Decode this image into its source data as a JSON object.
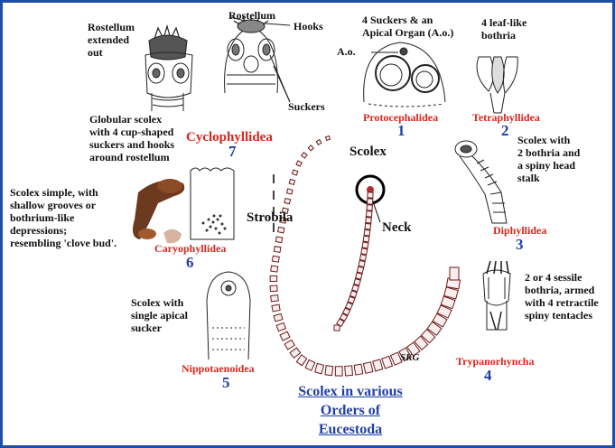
{
  "labels": {
    "rostellum_extended": "Rostellum\nextended\nout",
    "rostellum": "Rostellum",
    "hooks": "Hooks",
    "suckers": "Suckers",
    "suckers_apical": "4 Suckers & an\nApical Organ (A.o.)",
    "ao": "A.o.",
    "leaf_bothria": "4 leaf-like\nbothria",
    "globular_scolex": "Globular scolex\nwith 4 cup-shaped\nsuckers and hooks\naround rostellum",
    "scolex_two_bothria": "Scolex with\n2 bothria and\na spiny head\nstalk",
    "scolex_simple": "Scolex simple, with\nshallow grooves or\nbothrium-like\ndepressions;\nresembling 'clove bud'.",
    "sessile_bothria": "2 or 4 sessile\nbothria, armed\nwith 4 retractile\nspiny tentacles",
    "single_apical": "Scolex with\nsingle apical\nsucker",
    "scolex": "Scolex",
    "neck": "Neck",
    "strobila": "Strobila",
    "skg": "SKG"
  },
  "orders": [
    {
      "name": "Protocephalidea",
      "number": "1"
    },
    {
      "name": "Tetraphyllidea",
      "number": "2"
    },
    {
      "name": "Diphyllidea",
      "number": "3"
    },
    {
      "name": "Trypanorhyncha",
      "number": "4"
    },
    {
      "name": "Nippotaenoidea",
      "number": "5"
    },
    {
      "name": "Caryophyllidea",
      "number": "6"
    },
    {
      "name": "Cyclophyllidea",
      "number": "7"
    }
  ],
  "title": [
    "Scolex in various",
    "Orders of",
    "Eucestoda"
  ],
  "colors": {
    "border": "#1f4ea8",
    "order_name": "#d9261c",
    "order_number": "#1f3fa8",
    "title": "#1f3fa8"
  }
}
